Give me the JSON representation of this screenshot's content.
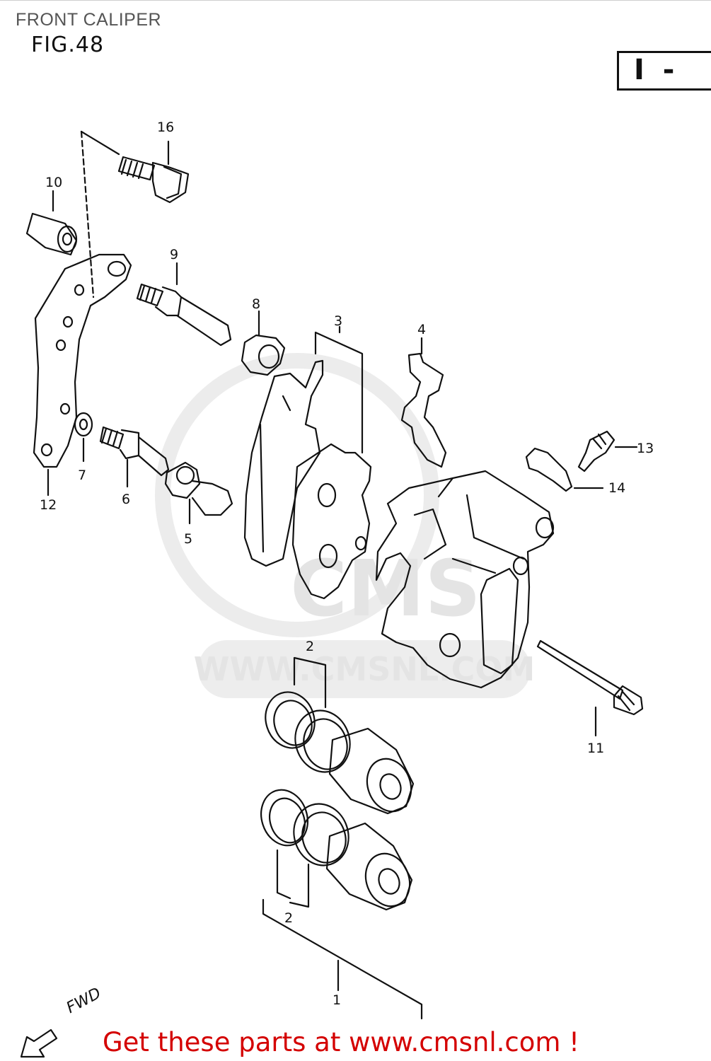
{
  "header": {
    "title": "FRONT CALIPER",
    "figure": "FIG.48"
  },
  "section_marker": "I -",
  "watermark": {
    "text": "WWW.CMSNL.COM",
    "logo_text": "CMS"
  },
  "callouts": [
    {
      "id": "c16",
      "label": "16"
    },
    {
      "id": "c10",
      "label": "10"
    },
    {
      "id": "c9",
      "label": "9"
    },
    {
      "id": "c8",
      "label": "8"
    },
    {
      "id": "c3",
      "label": "3"
    },
    {
      "id": "c4",
      "label": "4"
    },
    {
      "id": "c13",
      "label": "13"
    },
    {
      "id": "c14",
      "label": "14"
    },
    {
      "id": "c7",
      "label": "7"
    },
    {
      "id": "c6",
      "label": "6"
    },
    {
      "id": "c12",
      "label": "12"
    },
    {
      "id": "c5",
      "label": "5"
    },
    {
      "id": "c2a",
      "label": "2"
    },
    {
      "id": "c11",
      "label": "11"
    },
    {
      "id": "c2b",
      "label": "2"
    },
    {
      "id": "c1",
      "label": "1"
    }
  ],
  "direction_label": "FWD",
  "footer": {
    "cta": "Get these parts at www.cmsnl.com !",
    "color": "#d40000"
  }
}
